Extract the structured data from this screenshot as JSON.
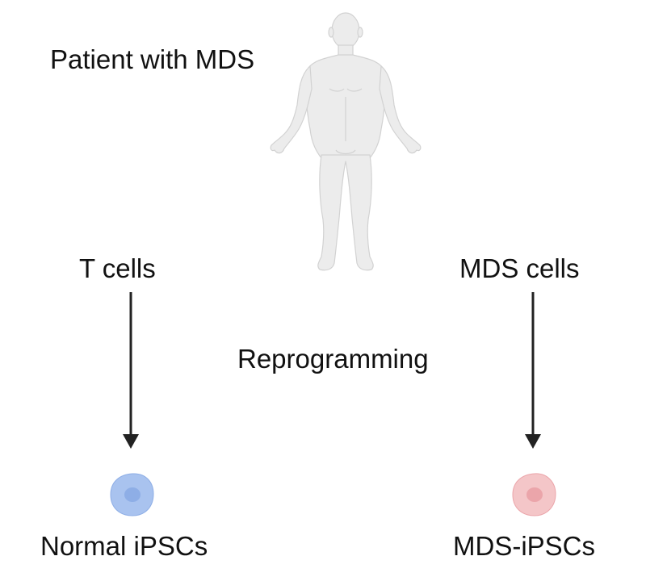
{
  "figure": {
    "patient_label": "Patient with MDS",
    "left_source_label": "T cells",
    "right_source_label": "MDS cells",
    "process_label": "Reprogramming",
    "left_result_label": "Normal iPSCs",
    "right_result_label": "MDS-iPSCs"
  },
  "colors": {
    "human_fill": "#ececec",
    "human_stroke": "#d2d2d2",
    "normal_cell": "#a9c3ef",
    "normal_nucleus": "#8eaee6",
    "mds_cell": "#f4c6c8",
    "mds_nucleus": "#eba5aa",
    "arrow": "#222222"
  },
  "icons": {
    "human": "human-body-icon",
    "normal_cell": "normal-ipsc-cell-icon",
    "mds_cell": "mds-ipsc-cell-icon"
  }
}
